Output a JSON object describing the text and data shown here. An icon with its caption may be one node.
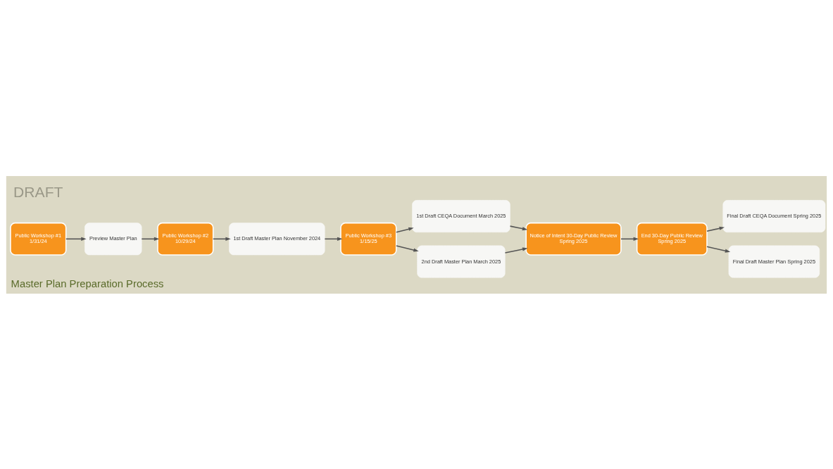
{
  "diagram": {
    "title": "Master Plan Preparation Process",
    "nodes": [
      {
        "text": [
          "Public Workshop #1",
          "1/31/24"
        ]
      },
      {
        "text": [
          "Preview Master Plan"
        ]
      },
      {
        "text": [
          "Public Workshop #2",
          "10/29/24"
        ]
      },
      {
        "text": [
          "1st Draft Master Plan November 2024"
        ]
      },
      {
        "text": [
          "Public Workshop #3",
          "1/15/25"
        ]
      },
      {
        "text": [
          "1st Draft CEQA Document March 2025"
        ]
      },
      {
        "text": [
          "2nd Draft Master Plan March 2025"
        ]
      },
      {
        "text": [
          "Notice of Intent 30-Day Public Review",
          "Spring 2025"
        ]
      },
      {
        "text": [
          "End 30-Day Public Review",
          "Spring 2025"
        ]
      },
      {
        "text": [
          "Final Draft CEQA Document Spring 2025"
        ]
      },
      {
        "text": [
          "Final Draft Master Plan Spring 2025"
        ]
      }
    ],
    "edges": [
      {
        "from": 0,
        "to": 1,
        "arrow": "to"
      },
      {
        "from": 1,
        "to": 2,
        "arrow": "to"
      },
      {
        "from": 2,
        "to": 3,
        "arrow": "to"
      },
      {
        "from": 3,
        "to": 4,
        "arrow": "to"
      },
      {
        "from": 4,
        "to": 5,
        "arrow": "to"
      },
      {
        "from": 4,
        "to": 6,
        "arrow": "to"
      },
      {
        "from": 5,
        "to": 7,
        "arrow": "to"
      },
      {
        "from": 6,
        "to": 7,
        "arrow": "to"
      },
      {
        "from": 7,
        "to": 8,
        "arrow": "to"
      },
      {
        "from": 8,
        "to": 9,
        "arrow": "to"
      },
      {
        "from": 8,
        "to": 10,
        "arrow": "to"
      }
    ],
    "labels": [
      "DRAFT"
    ]
  }
}
